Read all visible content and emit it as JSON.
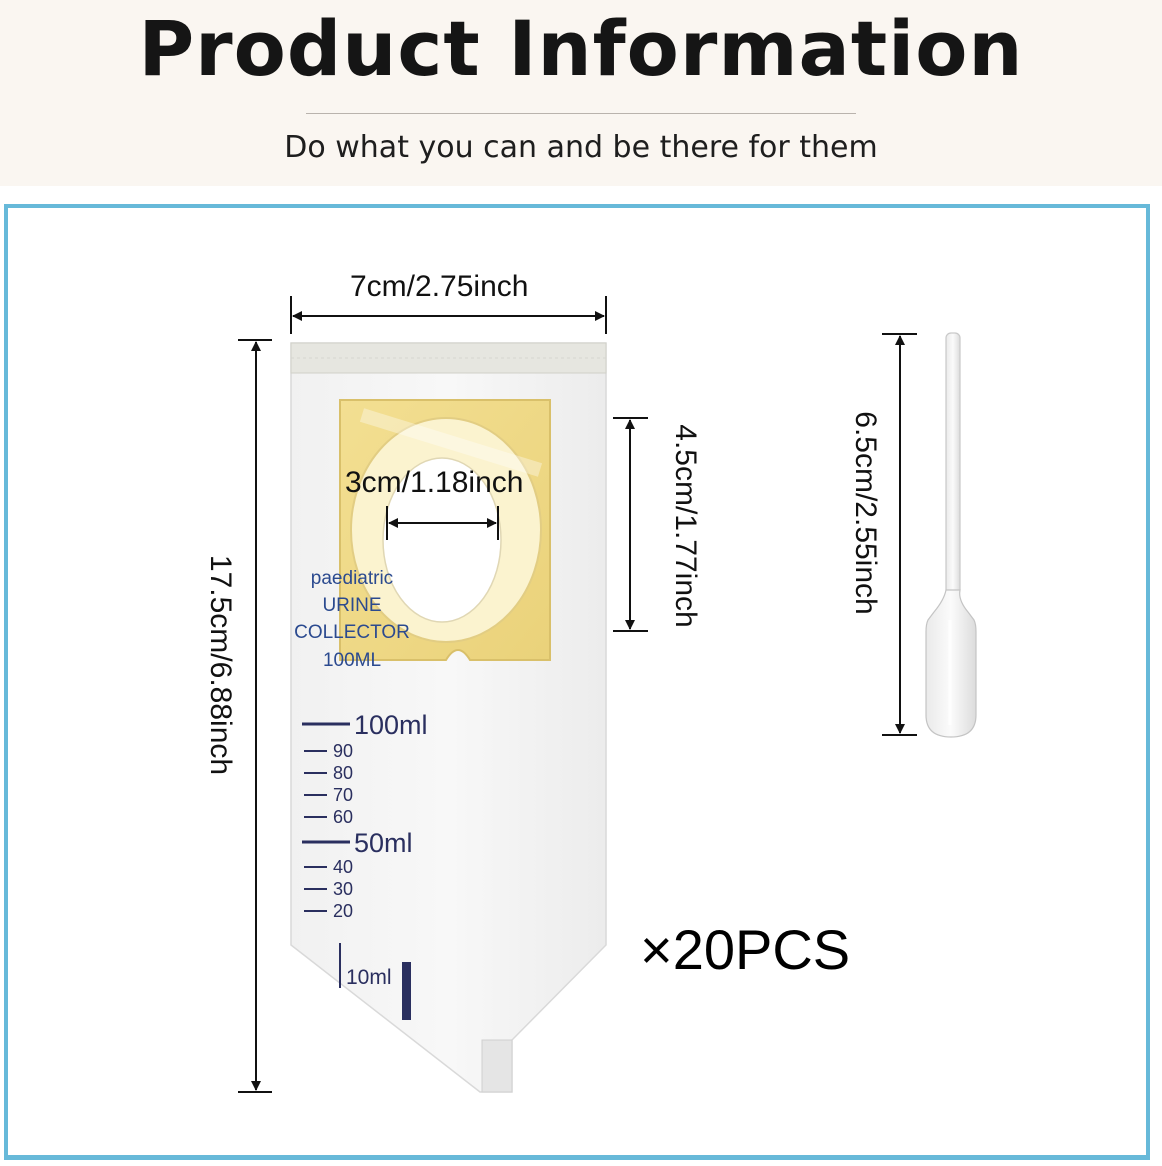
{
  "header": {
    "title": "Product Information",
    "subtitle": "Do what you can and be there for them"
  },
  "dimensions": {
    "bag_width": "7cm/2.75inch",
    "bag_height": "17.5cm/6.88inch",
    "opening_width": "3cm/1.18inch",
    "adhesive_height": "4.5cm/1.77inch",
    "pipette_length": "6.5cm/2.55inch"
  },
  "bag": {
    "label_lines": [
      "paediatric",
      "URINE",
      "COLLECTOR",
      "100ML"
    ],
    "scale": {
      "major_100": "100ml",
      "major_50": "50ml",
      "ticks_upper": [
        "90",
        "80",
        "70",
        "60"
      ],
      "ticks_lower": [
        "40",
        "30",
        "20"
      ],
      "bottom": "10ml"
    }
  },
  "quantity": "×20PCS",
  "colors": {
    "frame_border": "#67b9d9",
    "header_background": "#faf6f1",
    "adhesive_pad": "#f1dc8a",
    "scale_ink": "#2a2f5f"
  }
}
